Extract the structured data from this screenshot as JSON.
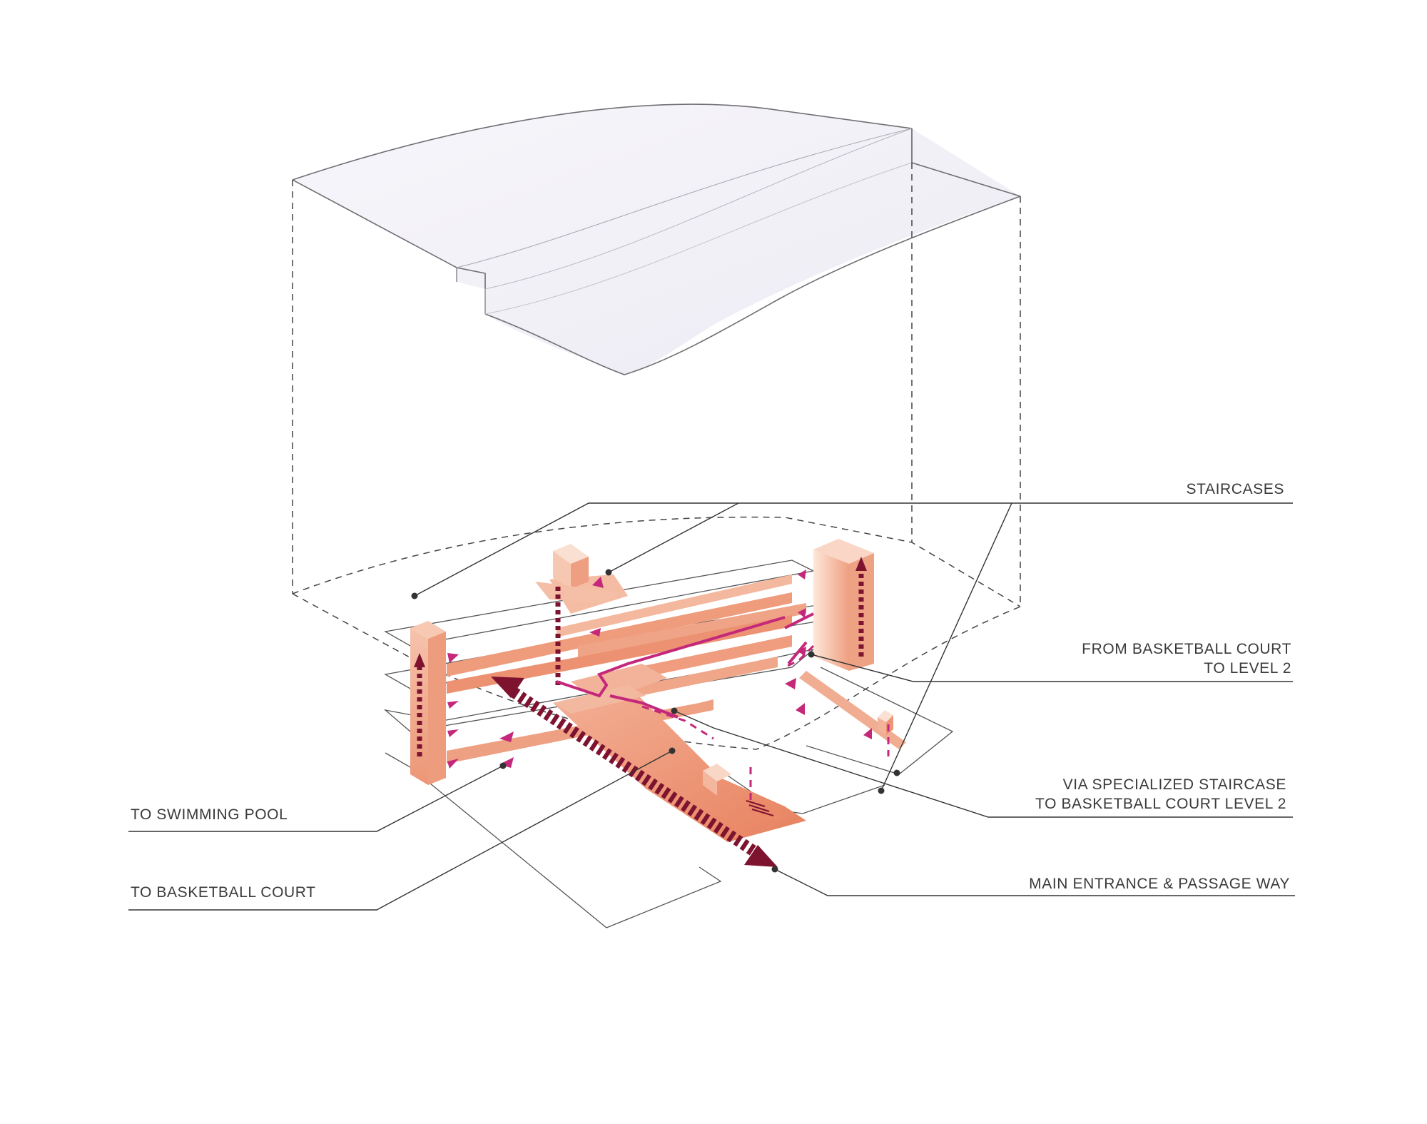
{
  "labels": {
    "staircases": "STAIRCASES",
    "from_basketball": [
      "FROM BASKETBALL COURT",
      "TO LEVEL 2"
    ],
    "via_staircase": [
      "VIA SPECIALIZED STAIRCASE",
      "TO BASKETBALL COURT LEVEL 2"
    ],
    "main_entrance": "MAIN ENTRANCE & PASSAGE WAY",
    "swimming_pool": "TO SWIMMING POOL",
    "basketball_court": "TO BASKETBALL COURT"
  },
  "colors": {
    "roof_fill": "#f3f1f8",
    "roof_stroke": "#6f6f74",
    "floor_fill": "#f2b59b",
    "floor_deep": "#e8896a",
    "tower_light": "#fbe1d3",
    "tower_dark": "#eea083",
    "maroon": "#7e1330",
    "magenta": "#c4287a",
    "leader": "#333333"
  }
}
